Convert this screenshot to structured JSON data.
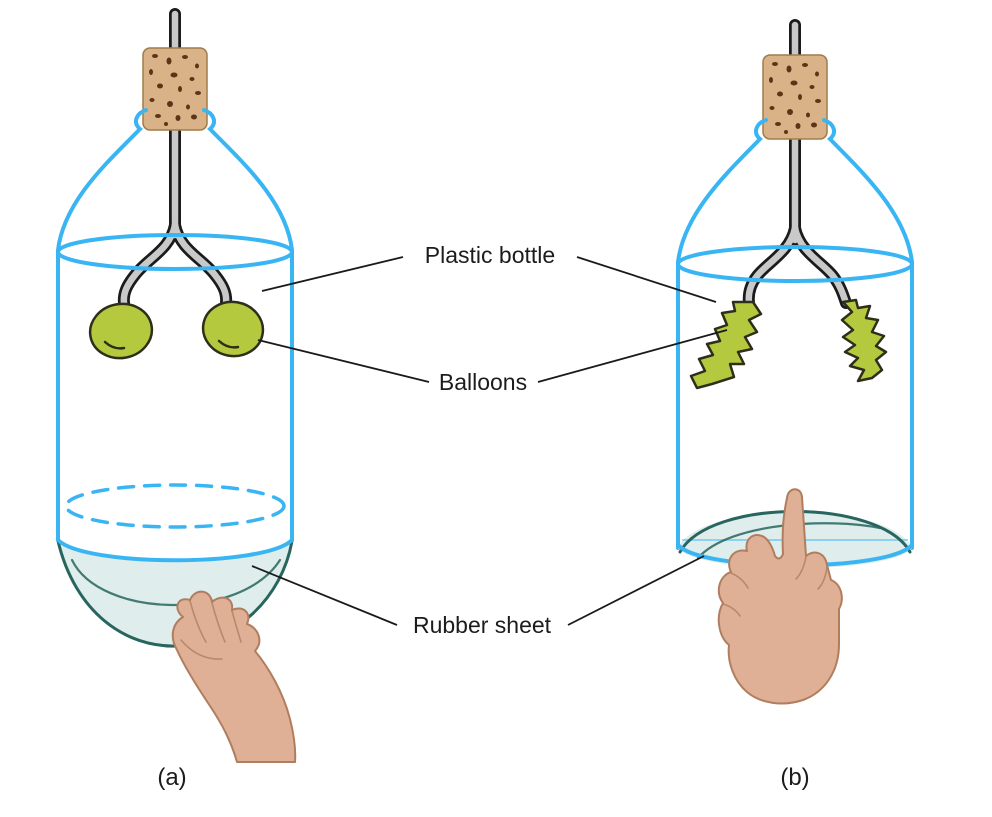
{
  "figure": {
    "labels": {
      "plastic_bottle": "Plastic bottle",
      "balloons": "Balloons",
      "rubber_sheet": "Rubber sheet"
    },
    "captions": {
      "a": "(a)",
      "b": "(b)"
    },
    "colors": {
      "bottle_outline": "#3ab5f3",
      "cork_fill": "#d9b288",
      "cork_edge": "#a07c4c",
      "cork_speckle": "#5f3317",
      "tube_fill": "#c9c9c9",
      "tube_edge": "#1b1b1b",
      "balloon_fill": "#b5c93f",
      "balloon_edge": "#2e2e1a",
      "rubber_fill": "#dcecea",
      "rubber_edge": "#27655e",
      "skin_fill": "#dfb096",
      "skin_edge": "#b07e5f",
      "connector": "#1a1a1a",
      "text": "#1c1c1c",
      "background": "#ffffff"
    }
  }
}
